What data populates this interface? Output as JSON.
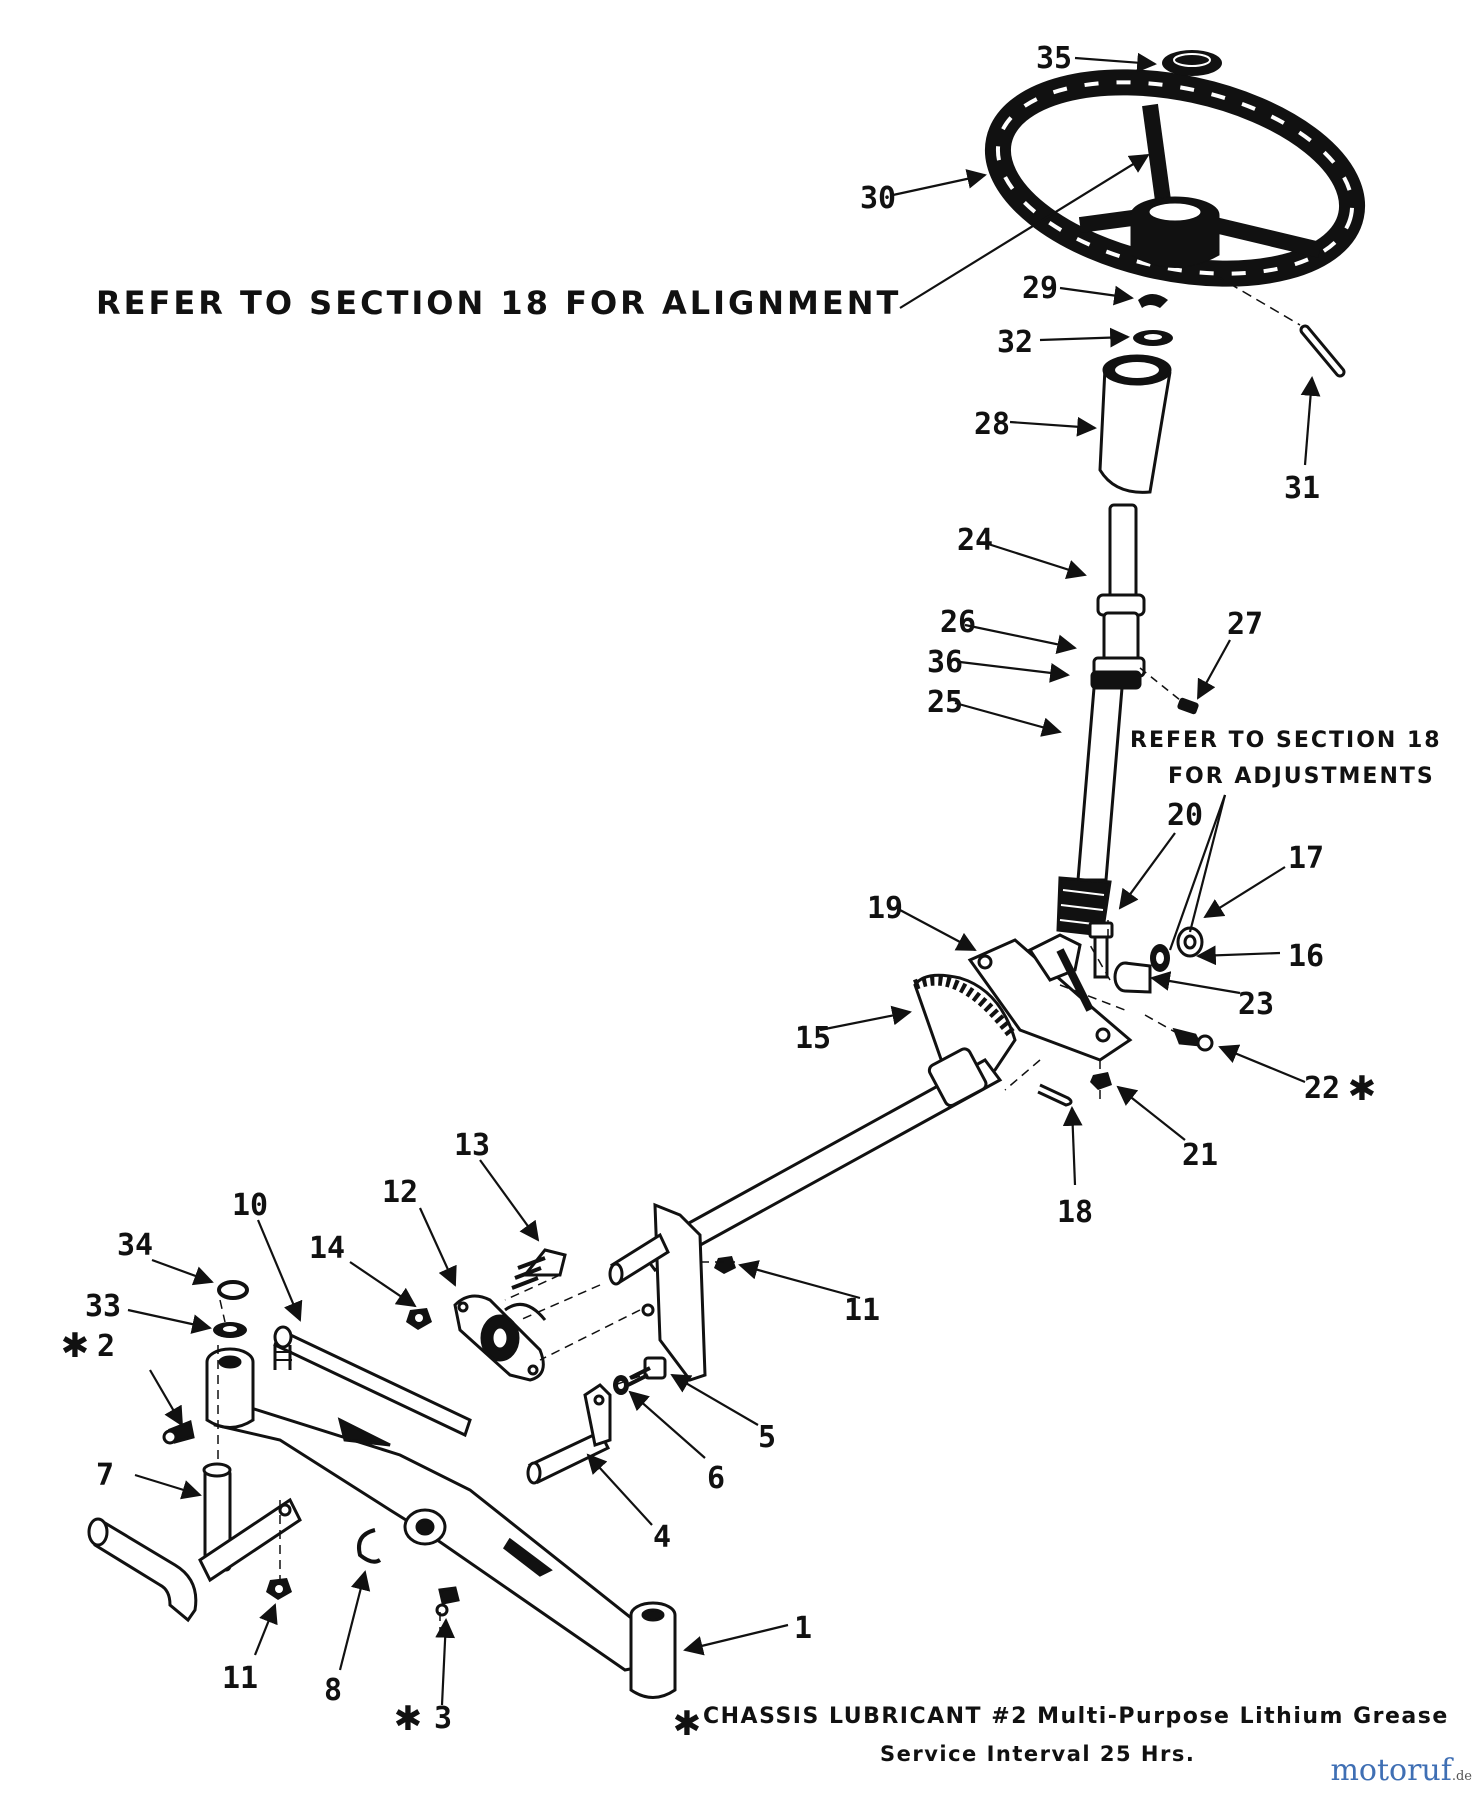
{
  "diagram": {
    "notes": {
      "alignment": "REFER TO SECTION 18 FOR ALIGNMENT",
      "adjust_line1": "REFER TO SECTION 18",
      "adjust_line2": "FOR ADJUSTMENTS",
      "lubricant_line1": "CHASSIS LUBRICANT #2 Multi-Purpose Lithium Grease",
      "lubricant_line2": "Service Interval 25 Hrs."
    },
    "lubrication_mark": "✱",
    "parts": [
      {
        "id": "p35",
        "label": "35"
      },
      {
        "id": "p30",
        "label": "30"
      },
      {
        "id": "p29",
        "label": "29"
      },
      {
        "id": "p32",
        "label": "32"
      },
      {
        "id": "p28",
        "label": "28"
      },
      {
        "id": "p31",
        "label": "31"
      },
      {
        "id": "p24",
        "label": "24"
      },
      {
        "id": "p26",
        "label": "26"
      },
      {
        "id": "p36",
        "label": "36"
      },
      {
        "id": "p25",
        "label": "25"
      },
      {
        "id": "p27",
        "label": "27"
      },
      {
        "id": "p20",
        "label": "20"
      },
      {
        "id": "p17",
        "label": "17"
      },
      {
        "id": "p19",
        "label": "19"
      },
      {
        "id": "p16",
        "label": "16"
      },
      {
        "id": "p23",
        "label": "23"
      },
      {
        "id": "p15",
        "label": "15"
      },
      {
        "id": "p22",
        "label": "22"
      },
      {
        "id": "p21",
        "label": "21"
      },
      {
        "id": "p18",
        "label": "18"
      },
      {
        "id": "p13",
        "label": "13"
      },
      {
        "id": "p12",
        "label": "12"
      },
      {
        "id": "p10",
        "label": "10"
      },
      {
        "id": "p34",
        "label": "34"
      },
      {
        "id": "p14",
        "label": "14"
      },
      {
        "id": "p11a",
        "label": "11"
      },
      {
        "id": "p33",
        "label": "33"
      },
      {
        "id": "p2",
        "label": "2"
      },
      {
        "id": "p5",
        "label": "5"
      },
      {
        "id": "p6",
        "label": "6"
      },
      {
        "id": "p7",
        "label": "7"
      },
      {
        "id": "p4",
        "label": "4"
      },
      {
        "id": "p1",
        "label": "1"
      },
      {
        "id": "p11b",
        "label": "11"
      },
      {
        "id": "p8",
        "label": "8"
      },
      {
        "id": "p3",
        "label": "3"
      }
    ],
    "watermark": {
      "brand": "motoruf",
      "tld": ".de"
    }
  }
}
